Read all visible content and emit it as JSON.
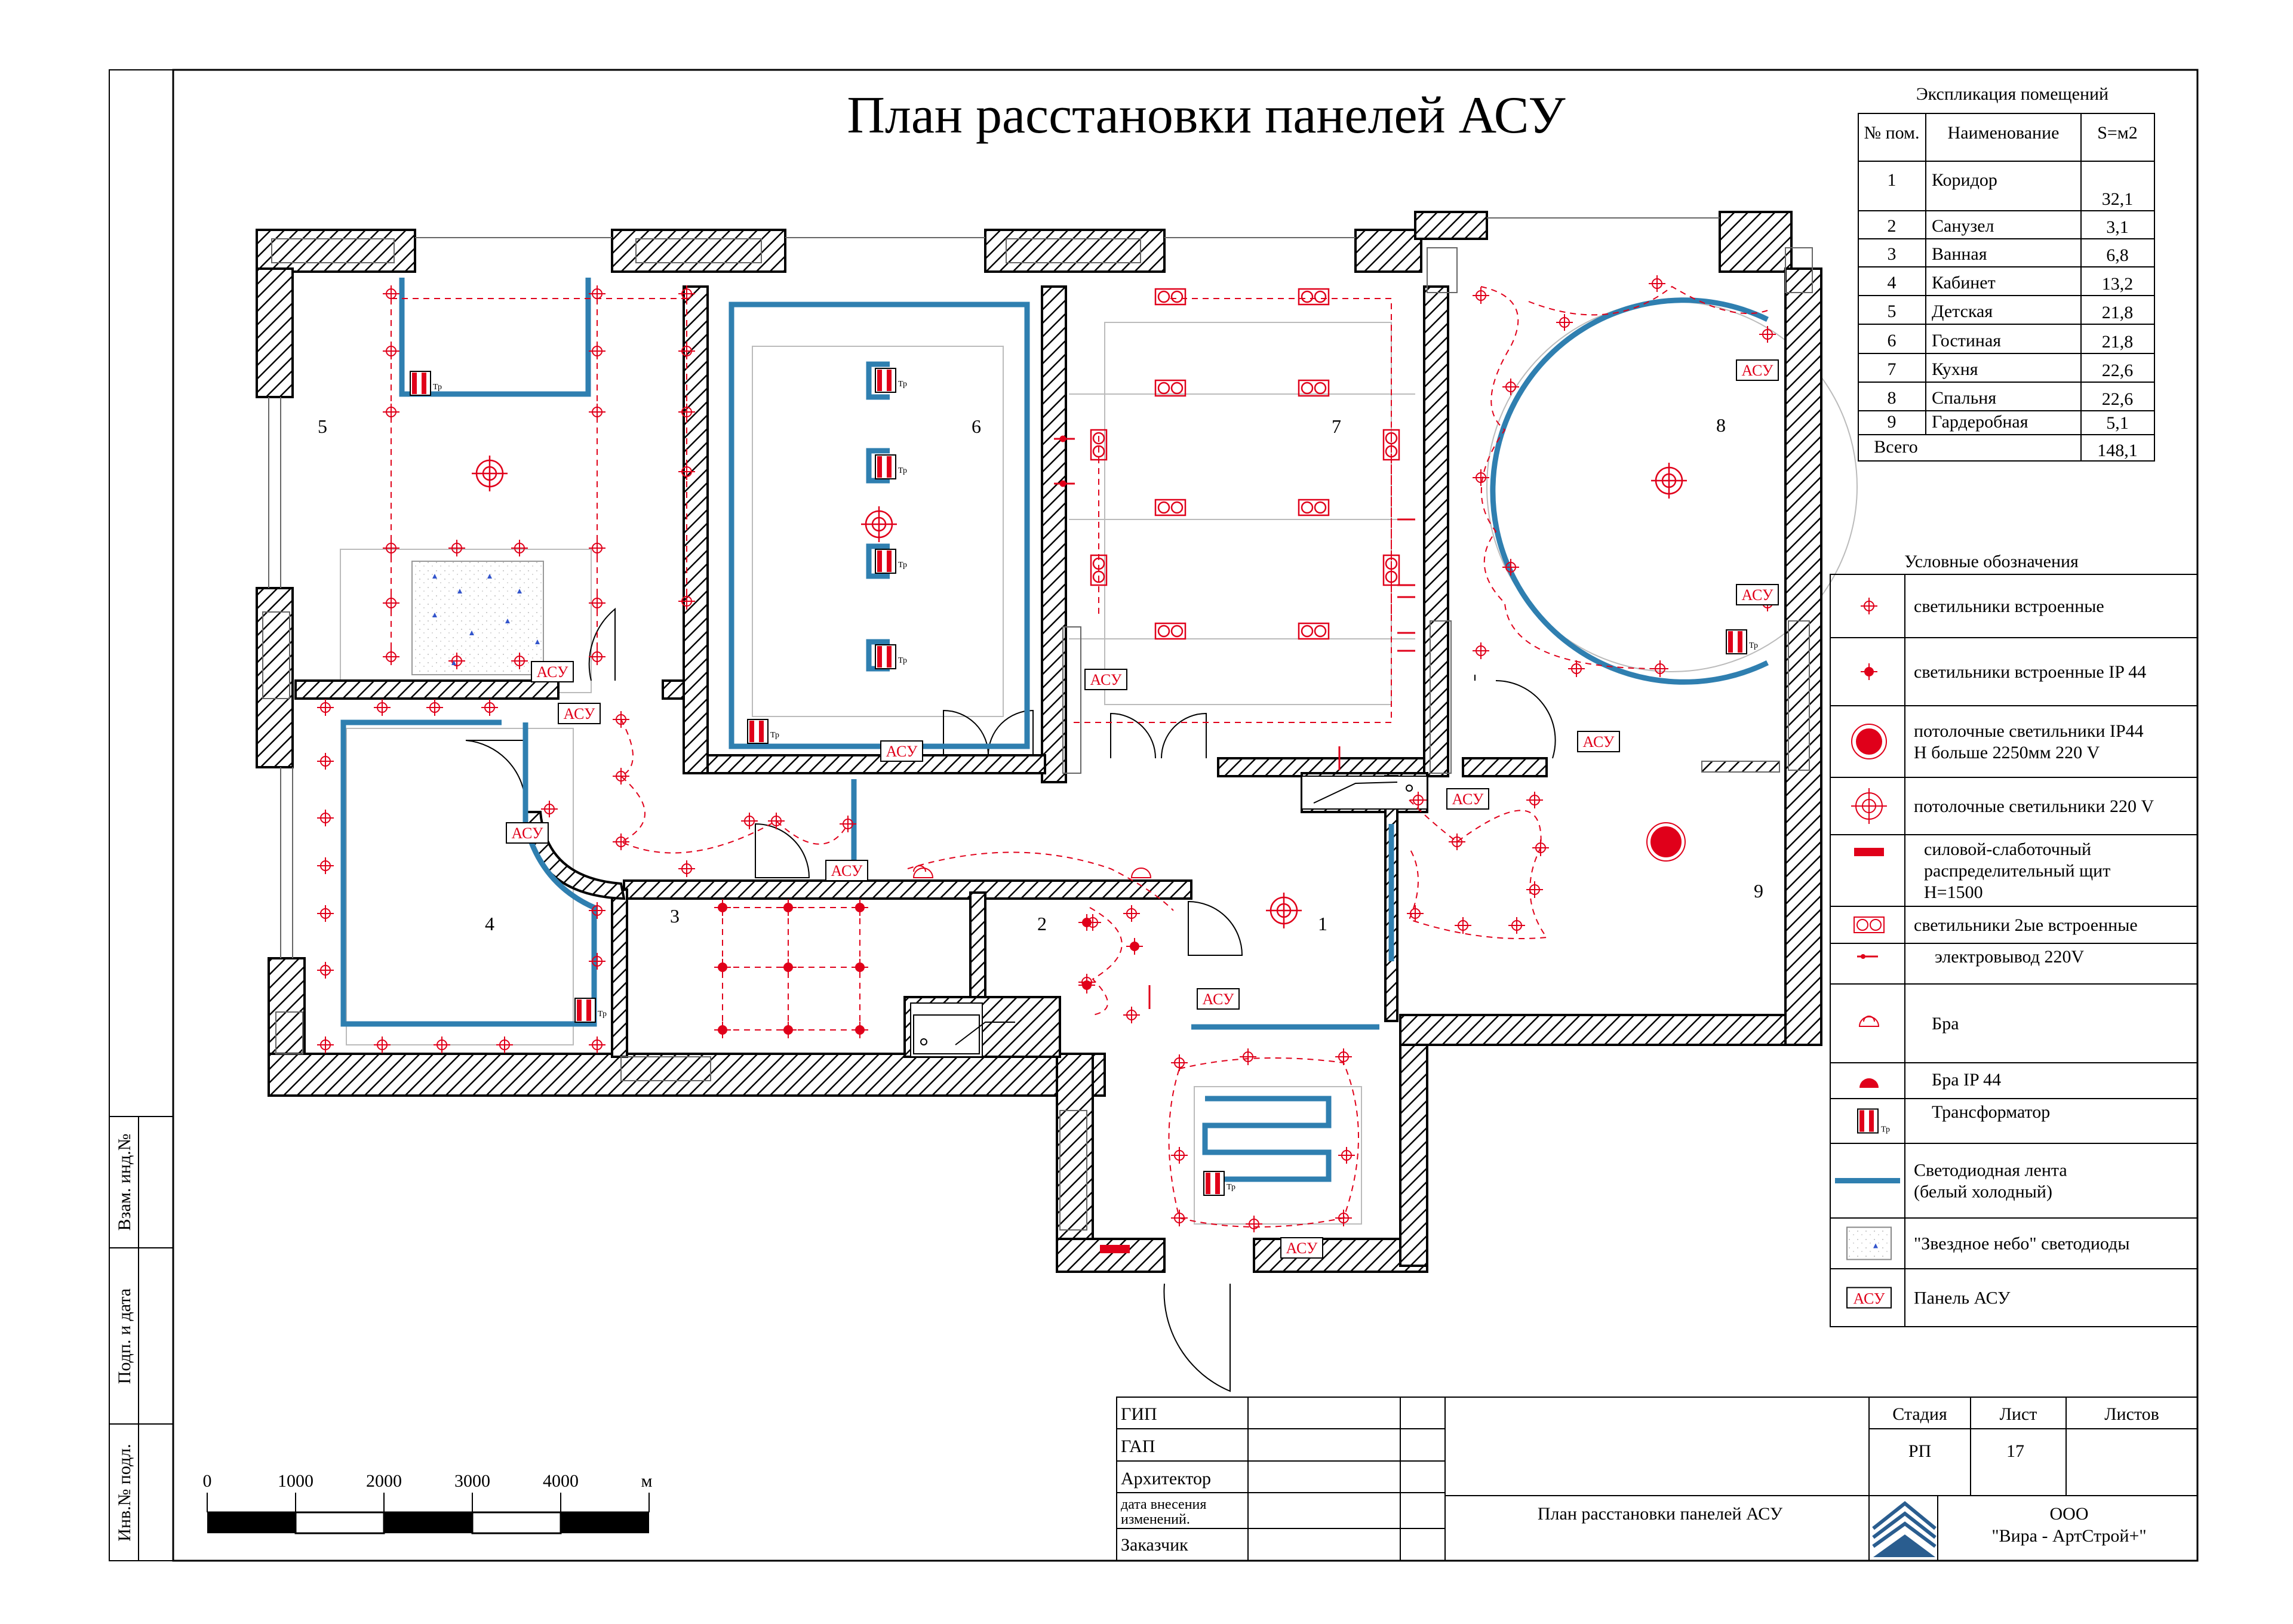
{
  "title": "План расстановки панелей АСУ",
  "explication": {
    "caption": "Экспликация помещений",
    "headers": [
      "№ пом.",
      "Наименование",
      "S=м2"
    ],
    "rows": [
      {
        "n": "1",
        "name": "Коридор",
        "area": "32,1"
      },
      {
        "n": "2",
        "name": "Санузел",
        "area": "3,1"
      },
      {
        "n": "3",
        "name": "Ванная",
        "area": "6,8"
      },
      {
        "n": "4",
        "name": "Кабинет",
        "area": "13,2"
      },
      {
        "n": "5",
        "name": "Детская",
        "area": "21,8"
      },
      {
        "n": "6",
        "name": "Гостиная",
        "area": "21,8"
      },
      {
        "n": "7",
        "name": "Кухня",
        "area": "22,6"
      },
      {
        "n": "8",
        "name": "Спальня",
        "area": "22,6"
      },
      {
        "n": "9",
        "name": "Гардеробная",
        "area": "5,1"
      }
    ],
    "total_label": "Всего",
    "total_area": "148,1"
  },
  "legend": {
    "caption": "Условные обозначения",
    "items": [
      {
        "icon": "recessed-light-icon",
        "lines": [
          "светильники встроенные"
        ]
      },
      {
        "icon": "recessed-light-ip44-icon",
        "lines": [
          "светильники встроенные IP 44"
        ]
      },
      {
        "icon": "ceiling-light-ip44-icon",
        "lines": [
          "потолочные светильники IP44",
          "H больше 2250мм 220 V"
        ]
      },
      {
        "icon": "ceiling-light-icon",
        "lines": [
          "потолочные светильники 220 V"
        ]
      },
      {
        "icon": "distribution-panel-icon",
        "lines": [
          "силовой-слаботочный",
          "распределительный щит",
          "H=1500"
        ]
      },
      {
        "icon": "double-recessed-light-icon",
        "lines": [
          "светильники 2ые  встроенные"
        ]
      },
      {
        "icon": "electrical-outlet-icon",
        "lines": [
          "электровывод  220V"
        ]
      },
      {
        "icon": "sconce-icon",
        "lines": [
          "Бра"
        ]
      },
      {
        "icon": "sconce-ip44-icon",
        "lines": [
          "Бра IP 44"
        ]
      },
      {
        "icon": "transformer-icon",
        "lines": [
          "Трансформатор"
        ]
      },
      {
        "icon": "led-strip-icon",
        "lines": [
          "Светодиодная лента",
          "(белый холодный)"
        ]
      },
      {
        "icon": "starry-sky-icon",
        "lines": [
          "\"Звездное небо\" светодиоды"
        ]
      },
      {
        "icon": "asu-panel-icon",
        "lines": [
          "Панель АСУ"
        ]
      }
    ]
  },
  "plan": {
    "asu_label": "АСУ",
    "transformer_label": "Тр",
    "room_numbers": [
      "1",
      "2",
      "3",
      "4",
      "5",
      "6",
      "7",
      "8",
      "9"
    ]
  },
  "scale_bar": {
    "ticks": [
      "0",
      "1000",
      "2000",
      "3000",
      "4000"
    ],
    "unit": "м"
  },
  "side_stamp": {
    "labels": [
      "Взам. инд.№",
      "Подп. и дата",
      "Инв.№ подл."
    ]
  },
  "title_block": {
    "roles": [
      "ГИП",
      "ГАП",
      "Архитектор",
      "дата  внесения",
      "изменений.",
      "Заказчик"
    ],
    "headers": [
      "Стадия",
      "Лист",
      "Листов"
    ],
    "stage": "РП",
    "sheet": "17",
    "sheets": "",
    "drawing_name": "План расстановки панелей АСУ",
    "company_line1": "ООО",
    "company_line2": "\"Вира - АртСтрой+\""
  },
  "colors": {
    "led": "#2f7fb0",
    "red": "#e0001a",
    "line": "#000000"
  }
}
